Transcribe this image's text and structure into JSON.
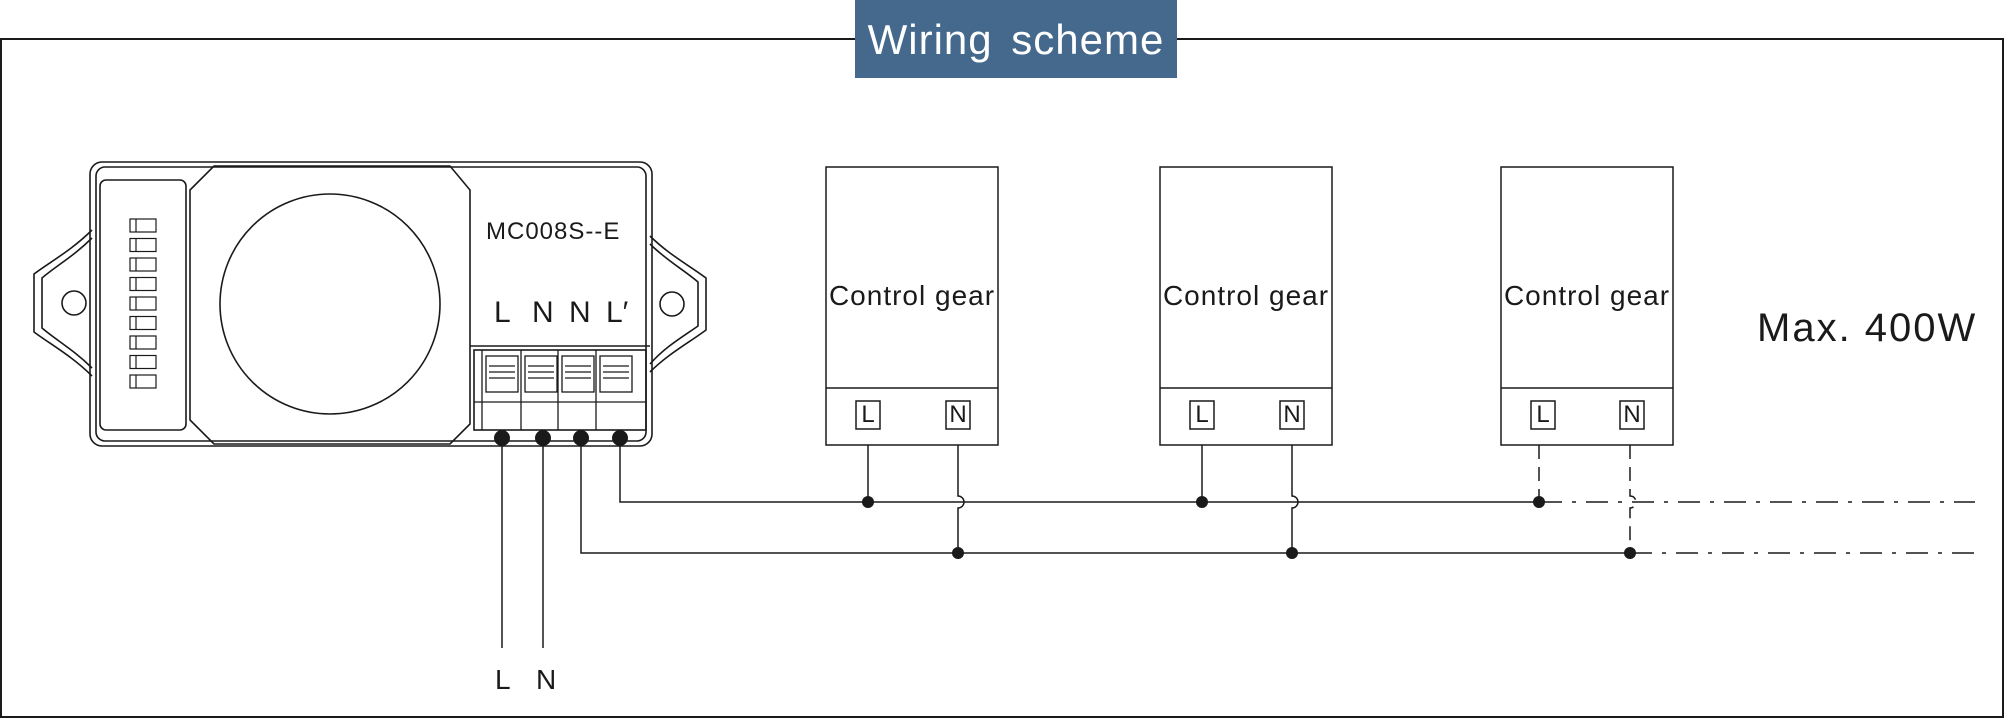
{
  "title": "Wiring scheme",
  "sensor": {
    "model": "MC008S--E",
    "terminals": [
      "L",
      "N",
      "N",
      "L′"
    ]
  },
  "control_gears": [
    {
      "label": "Control gear",
      "terminals": [
        "L",
        "N"
      ]
    },
    {
      "label": "Control gear",
      "terminals": [
        "L",
        "N"
      ]
    },
    {
      "label": "Control gear",
      "terminals": [
        "L",
        "N"
      ]
    }
  ],
  "max_load": "Max. 400W",
  "supply_labels": [
    "L",
    "N"
  ],
  "colors": {
    "title_bg": "#44698d",
    "title_text": "#ffffff",
    "line": "#1a1a1a"
  }
}
